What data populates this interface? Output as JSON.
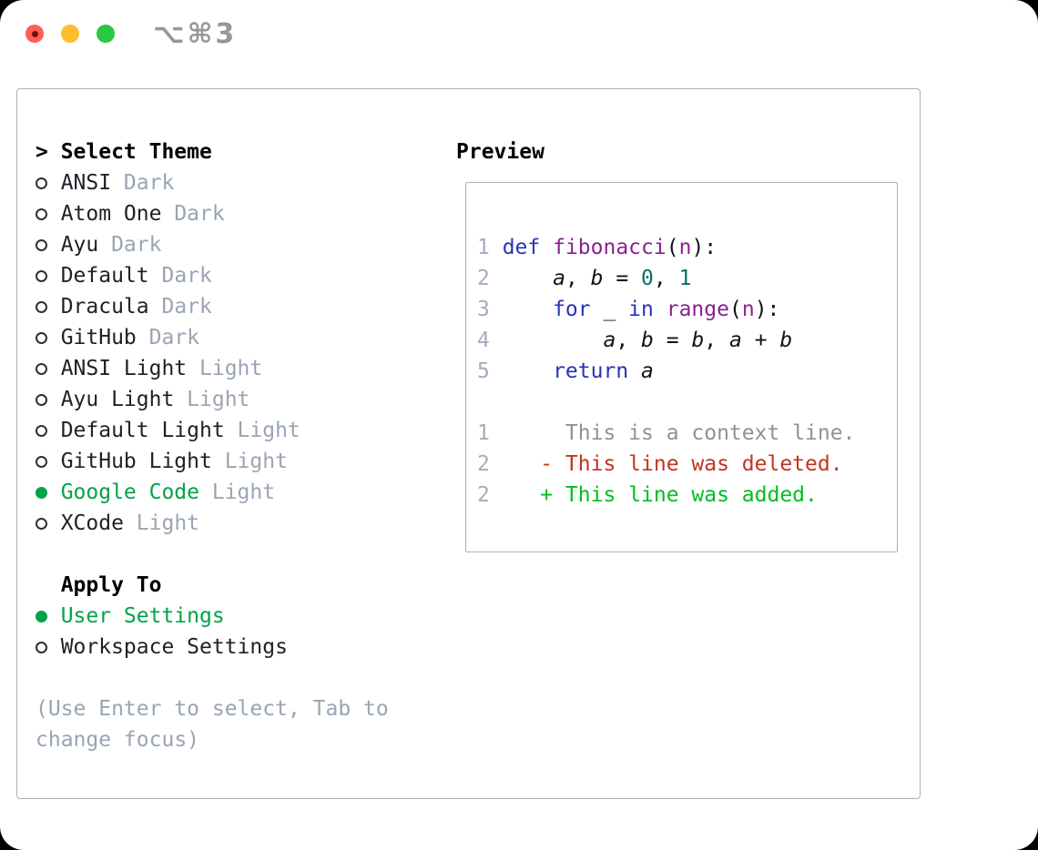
{
  "titlebar": {
    "shortcut": "⌥⌘3"
  },
  "theme_picker": {
    "header_prefix": ">",
    "header": "Select Theme",
    "items": [
      {
        "name": "ANSI",
        "variant": "Dark",
        "selected": false
      },
      {
        "name": "Atom One",
        "variant": "Dark",
        "selected": false
      },
      {
        "name": "Ayu",
        "variant": "Dark",
        "selected": false
      },
      {
        "name": "Default",
        "variant": "Dark",
        "selected": false
      },
      {
        "name": "Dracula",
        "variant": "Dark",
        "selected": false
      },
      {
        "name": "GitHub",
        "variant": "Dark",
        "selected": false
      },
      {
        "name": "ANSI Light",
        "variant": "Light",
        "selected": false
      },
      {
        "name": "Ayu Light",
        "variant": "Light",
        "selected": false
      },
      {
        "name": "Default Light",
        "variant": "Light",
        "selected": false
      },
      {
        "name": "GitHub Light",
        "variant": "Light",
        "selected": false
      },
      {
        "name": "Google Code",
        "variant": "Light",
        "selected": true
      },
      {
        "name": "XCode",
        "variant": "Light",
        "selected": false
      }
    ]
  },
  "apply_to": {
    "header": "Apply To",
    "options": [
      {
        "label": "User Settings",
        "selected": true
      },
      {
        "label": "Workspace Settings",
        "selected": false
      }
    ]
  },
  "help": {
    "line1": "(Use Enter to select, Tab to",
    "line2": "change focus)"
  },
  "preview": {
    "header": "Preview",
    "lines": [
      {
        "num": "1",
        "tokens": [
          [
            "kw",
            "def"
          ],
          [
            "pl",
            " "
          ],
          [
            "fn",
            "fibonacci"
          ],
          [
            "pl",
            "("
          ],
          [
            "fn",
            "n"
          ],
          [
            "pl",
            "):"
          ]
        ]
      },
      {
        "num": "2",
        "tokens": [
          [
            "pl",
            "    "
          ],
          [
            "var",
            "a"
          ],
          [
            "pl",
            ", "
          ],
          [
            "var",
            "b"
          ],
          [
            "pl",
            " = "
          ],
          [
            "num",
            "0"
          ],
          [
            "pl",
            ", "
          ],
          [
            "num",
            "1"
          ]
        ]
      },
      {
        "num": "3",
        "tokens": [
          [
            "pl",
            "    "
          ],
          [
            "kw",
            "for"
          ],
          [
            "pl",
            " _ "
          ],
          [
            "kw",
            "in"
          ],
          [
            "pl",
            " "
          ],
          [
            "fn",
            "range"
          ],
          [
            "pl",
            "("
          ],
          [
            "fn",
            "n"
          ],
          [
            "pl",
            "):"
          ]
        ]
      },
      {
        "num": "4",
        "tokens": [
          [
            "pl",
            "        "
          ],
          [
            "var",
            "a"
          ],
          [
            "pl",
            ", "
          ],
          [
            "var",
            "b"
          ],
          [
            "pl",
            " = "
          ],
          [
            "var",
            "b"
          ],
          [
            "pl",
            ", "
          ],
          [
            "var",
            "a"
          ],
          [
            "pl",
            " + "
          ],
          [
            "var",
            "b"
          ]
        ]
      },
      {
        "num": "5",
        "tokens": [
          [
            "pl",
            "    "
          ],
          [
            "kw",
            "return"
          ],
          [
            "pl",
            " "
          ],
          [
            "var",
            "a"
          ]
        ]
      },
      {
        "num": "",
        "tokens": []
      },
      {
        "num": "1",
        "tokens": [
          [
            "ctx",
            "     This is a context line."
          ]
        ]
      },
      {
        "num": "2",
        "tokens": [
          [
            "del",
            "   - This line was deleted."
          ]
        ]
      },
      {
        "num": "2",
        "tokens": [
          [
            "add",
            "   + This line was added."
          ]
        ]
      }
    ]
  },
  "colors": {
    "ui_green": "#00a346",
    "added_green": "#00bd23",
    "deleted_red": "#c4331d",
    "keyword_blue": "#2832b8",
    "function_purple": "#8b2190",
    "literal_teal": "#0a6e6a",
    "muted_gray": "#9aa4b4",
    "border_gray": "#a9b1bb",
    "traffic_red": "#ff5f57",
    "traffic_yellow": "#febc2e",
    "traffic_green": "#28c840"
  }
}
